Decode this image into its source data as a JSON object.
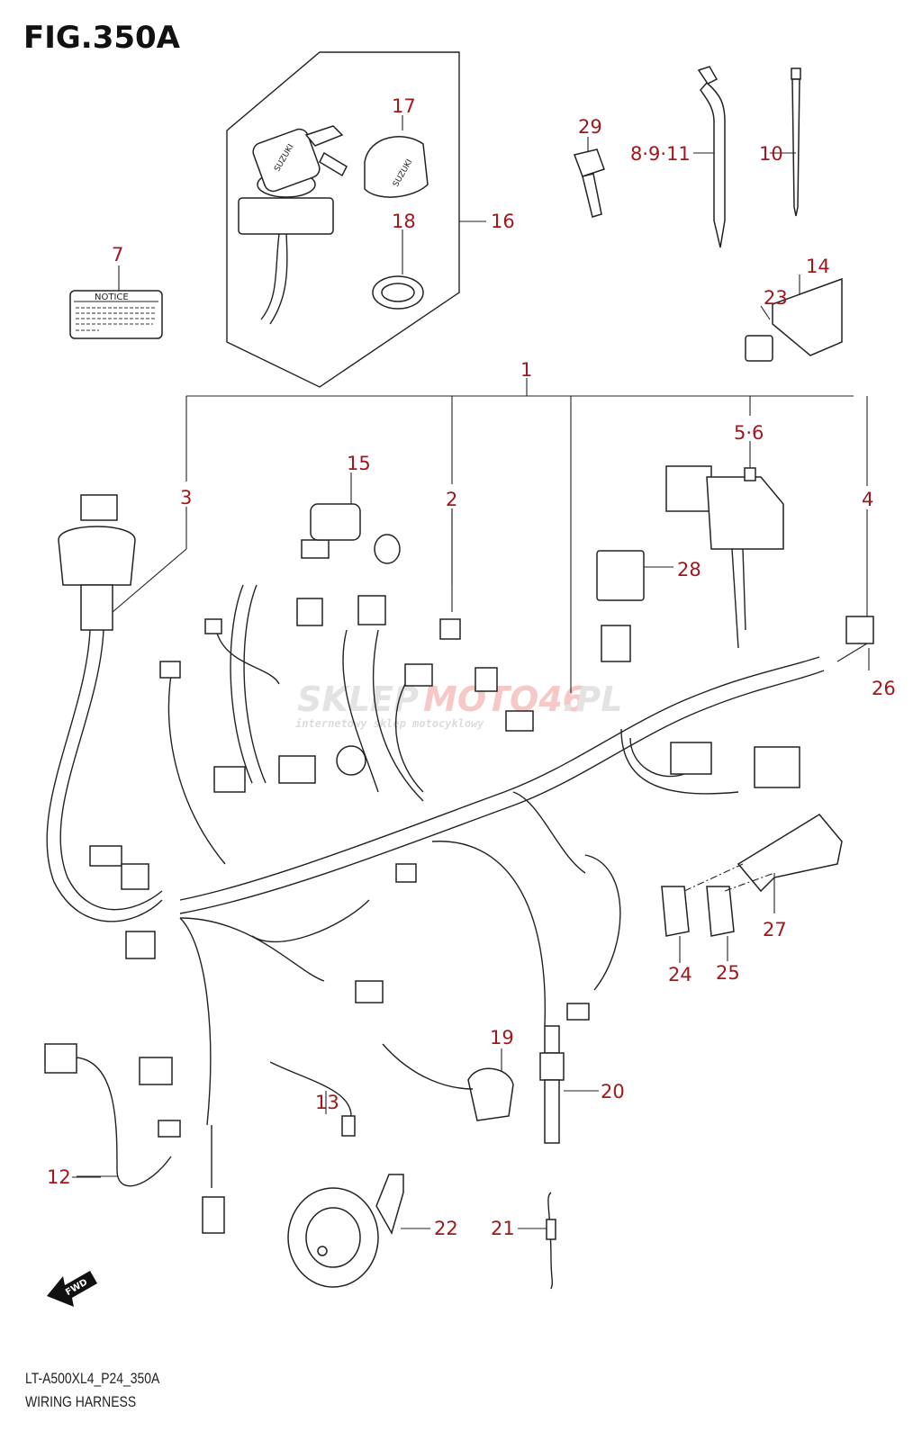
{
  "figure": {
    "title": "FIG.350A",
    "model_code": "LT-A500XL4_P24_350A",
    "name": "WIRING HARNESS"
  },
  "callouts": {
    "c1": "1",
    "c2": "2",
    "c3": "3",
    "c4": "4",
    "c5_6": "5·6",
    "c7": "7",
    "c8_9_11": "8·9·11",
    "c10": "10",
    "c12": "12",
    "c13": "13",
    "c14": "14",
    "c15": "15",
    "c16": "16",
    "c17": "17",
    "c18": "18",
    "c19": "19",
    "c20": "20",
    "c21": "21",
    "c22": "22",
    "c23": "23",
    "c24": "24",
    "c25": "25",
    "c26": "26",
    "c27": "27",
    "c28": "28",
    "c29": "29"
  },
  "labels": {
    "notice": "NOTICE",
    "fwd": "FWD",
    "brand_on_cap": "SUZUKI"
  },
  "watermark": {
    "text_gray": "SKLEP",
    "text_red": "MOTO46",
    "text_tail": ".PL",
    "subtitle": "internetowy sklep motocyklowy"
  },
  "colors": {
    "callout": "#a3161b",
    "line": "#222222",
    "background": "#ffffff"
  }
}
